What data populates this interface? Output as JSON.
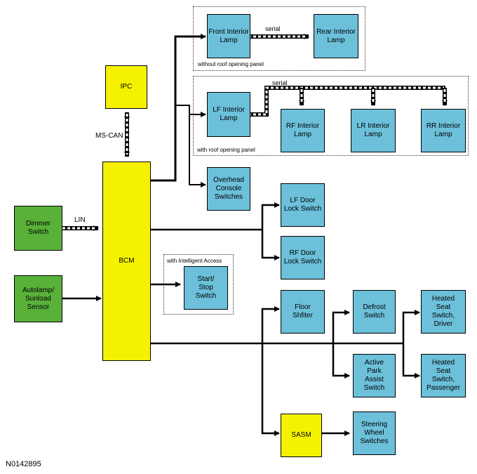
{
  "boxes": {
    "ipc": "IPC",
    "bcm": "BCM",
    "dimmer": "Dimmer\nSwitch",
    "autolamp": "Autolamp/\nSunload\nSensor",
    "front_interior": "Front Interior\nLamp",
    "rear_interior": "Rear Interior\nLamp",
    "lf_interior": "LF Interior\nLamp",
    "rf_interior": "RF Interior\nLamp",
    "lr_interior": "LR Interior\nLamp",
    "rr_interior": "RR Interior\nLamp",
    "overhead_console": "Overhead\nConsole\nSwitches",
    "lf_door_lock": "LF Door\nLock Switch",
    "rf_door_lock": "RF Door\nLock Switch",
    "start_stop": "Start/\nStop\nSwitch",
    "floor_shifter": "Floor\nShfiter",
    "defrost": "Defrost\nSwitch",
    "heated_driver": "Heated\nSeat\nSwitch,\nDriver",
    "active_park": "Active\nPark\nAssist\nSwitch",
    "heated_passenger": "Heated\nSeat\nSwitch,\nPassenger",
    "sasm": "SASM",
    "steering_wheel": "Steering\nWheel\nSwitches"
  },
  "labels": {
    "ms_can": "MS-CAN",
    "lin": "LIN",
    "serial_top": "serial",
    "serial_mid": "serial",
    "without_roof": "without roof opening panel",
    "with_roof": "with roof opening panel",
    "intelligent_access": "with Intelligent Access",
    "figure_id": "N0142895"
  },
  "colors": {
    "module_blue": "#6cc0da",
    "module_yellow": "#f5f200",
    "module_green": "#59b13a"
  }
}
